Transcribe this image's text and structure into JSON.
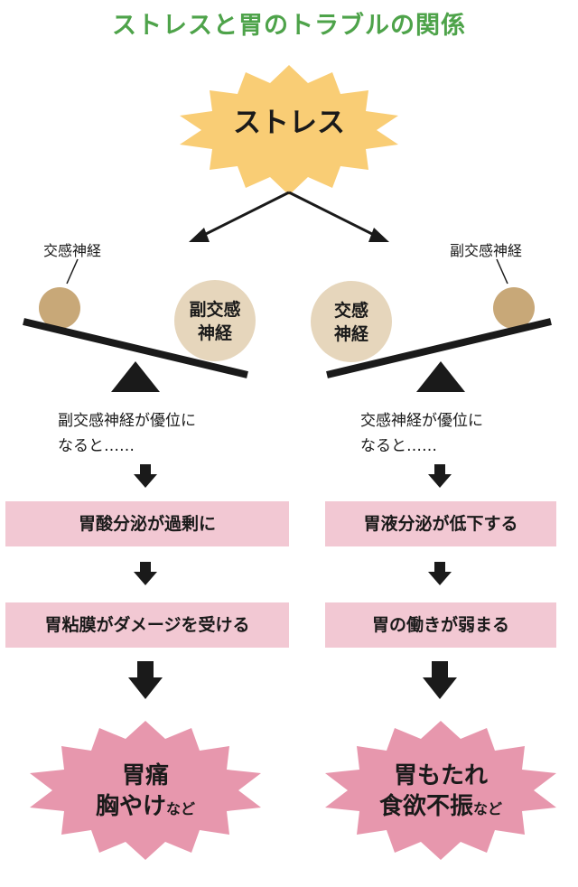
{
  "title": "ストレスと胃のトラブルの関係",
  "stress": {
    "label": "ストレス",
    "color": "#f9cd75"
  },
  "left": {
    "ball_label": "交感神経",
    "circle_line1": "副交感",
    "circle_line2": "神経",
    "condition_line1": "副交感神経が優位に",
    "condition_line2": "なると……",
    "step1": "胃酸分泌が過剰に",
    "step2": "胃粘膜がダメージを受ける",
    "result_line1": "胃痛",
    "result_line2": "胸やけ",
    "result_suffix": "など"
  },
  "right": {
    "ball_label": "副交感神経",
    "circle_line1": "交感",
    "circle_line2": "神経",
    "condition_line1": "交感神経が優位に",
    "condition_line2": "なると……",
    "step1": "胃液分泌が低下する",
    "step2": "胃の働きが弱まる",
    "result_line1": "胃もたれ",
    "result_line2": "食欲不振",
    "result_suffix": "など"
  },
  "colors": {
    "title_green": "#4ea34a",
    "ball_brown": "#c8a878",
    "circle_beige": "#e6d6bc",
    "box_pink": "#f2c8d3",
    "burst_pink": "#e797ad"
  }
}
